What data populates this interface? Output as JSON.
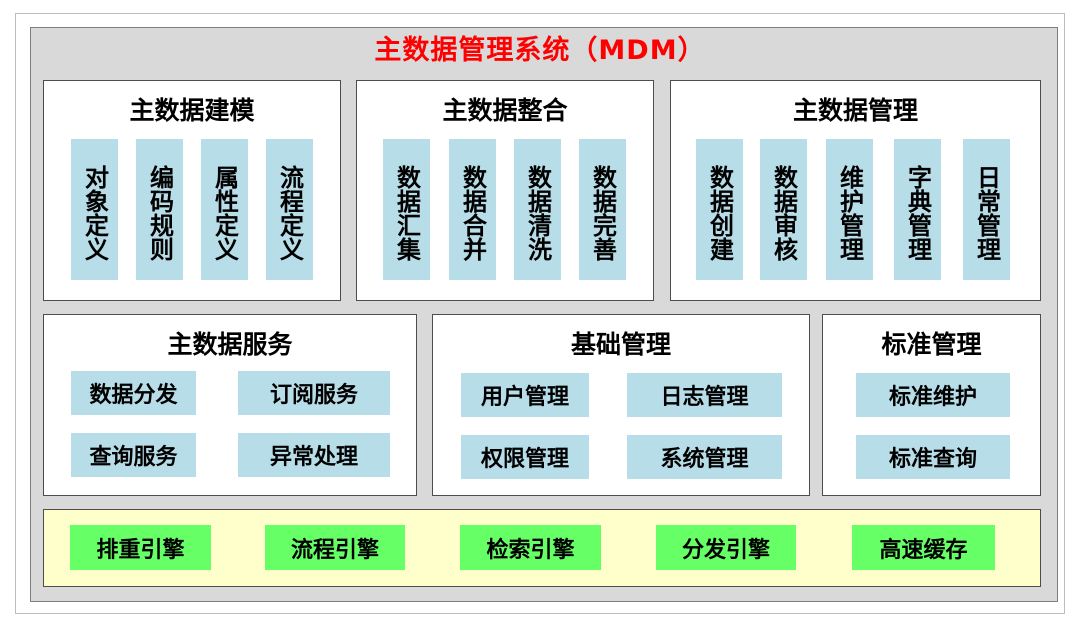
{
  "title": "主数据管理系统（MDM）",
  "modeling": {
    "title": "主数据建模",
    "items": [
      "对象定义",
      "编码规则",
      "属性定义",
      "流程定义"
    ]
  },
  "integration": {
    "title": "主数据整合",
    "items": [
      "数据汇集",
      "数据合并",
      "数据清洗",
      "数据完善"
    ]
  },
  "management": {
    "title": "主数据管理",
    "items": [
      "数据创建",
      "数据审核",
      "维护管理",
      "字典管理",
      "日常管理"
    ]
  },
  "service": {
    "title": "主数据服务",
    "items": [
      "数据分发",
      "订阅服务",
      "查询服务",
      "异常处理"
    ]
  },
  "basic": {
    "title": "基础管理",
    "items": [
      "用户管理",
      "日志管理",
      "权限管理",
      "系统管理"
    ]
  },
  "standard": {
    "title": "标准管理",
    "items": [
      "标准维护",
      "标准查询"
    ]
  },
  "engines": {
    "items": [
      "排重引擎",
      "流程引擎",
      "检索引擎",
      "分发引擎",
      "高速缓存"
    ]
  },
  "colors": {
    "title": "#ff0000",
    "tile": "#b7dde8",
    "engine_tile": "#66ff66",
    "engine_band": "#ffffcc",
    "canvas": "#d9d9d9"
  }
}
